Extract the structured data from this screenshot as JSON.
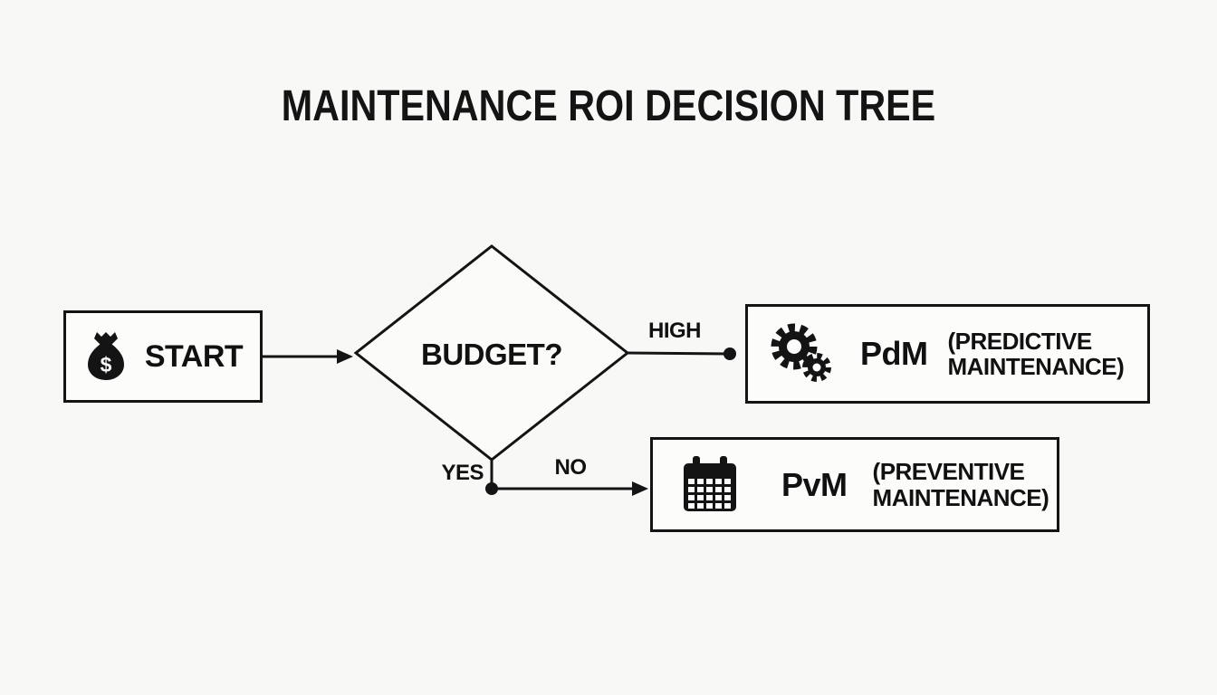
{
  "title": "MAINTENANCE ROI DECISION TREE",
  "nodes": {
    "start": {
      "label": "START",
      "icon": "money-bag-icon",
      "icon_symbol": "$"
    },
    "decision": {
      "label": "BUDGET?"
    },
    "pdm": {
      "abbr": "PdM",
      "desc_line1": "(PREDICTIVE",
      "desc_line2": "MAINTENANCE)",
      "icon": "gears-icon"
    },
    "pvm": {
      "abbr": "PvM",
      "desc_line1": "(PREVENTIVE",
      "desc_line2": "MAINTENANCE)",
      "icon": "calendar-icon"
    }
  },
  "edge_labels": {
    "high": "HIGH",
    "yes": "YES",
    "no": "NO"
  },
  "colors": {
    "background": "#f8f8f6",
    "ink": "#141414",
    "node_fill": "#fcfcfa"
  }
}
